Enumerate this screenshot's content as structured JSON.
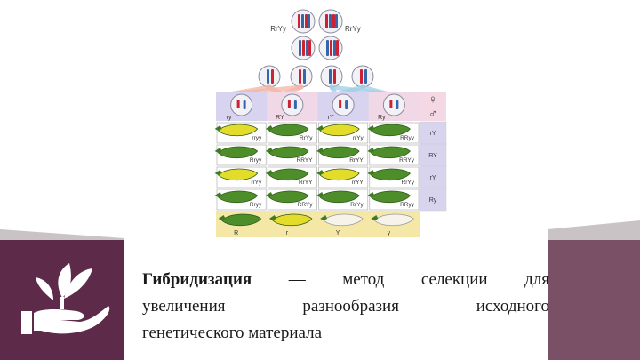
{
  "cross": {
    "parent_left_label": "RrYy",
    "parent_right_label": "RrYy"
  },
  "gametes": [
    {
      "label": "ry",
      "color": "#d1d1e6"
    },
    {
      "label": "RY",
      "color": "#d1d1e6"
    },
    {
      "label": "rY",
      "color": "#d1d1e6"
    },
    {
      "label": "Ry",
      "color": "#d1d1e6"
    }
  ],
  "sex_symbols": {
    "female": "♀",
    "male": "♂"
  },
  "row_gametes": [
    "rY",
    "RY",
    "rY",
    "Ry"
  ],
  "grid": [
    [
      {
        "g": "rryy",
        "c": "yellow"
      },
      {
        "g": "RrYy",
        "c": "green"
      },
      {
        "g": "rrYy",
        "c": "yellow"
      },
      {
        "g": "RRyy",
        "c": "green"
      }
    ],
    [
      {
        "g": "Rryy",
        "c": "green"
      },
      {
        "g": "RRYY",
        "c": "green"
      },
      {
        "g": "RrYY",
        "c": "green"
      },
      {
        "g": "RRYy",
        "c": "green"
      }
    ],
    [
      {
        "g": "rrYy",
        "c": "yellow"
      },
      {
        "g": "RrYY",
        "c": "green"
      },
      {
        "g": "rrYY",
        "c": "yellow"
      },
      {
        "g": "RrYy",
        "c": "green"
      }
    ],
    [
      {
        "g": "Rryy",
        "c": "green"
      },
      {
        "g": "RRYy",
        "c": "green"
      },
      {
        "g": "RrYy",
        "c": "green"
      },
      {
        "g": "RRyy",
        "c": "green"
      }
    ]
  ],
  "phenotype_row": [
    {
      "label": "R",
      "c": "green"
    },
    {
      "label": "r",
      "c": "yellow"
    },
    {
      "label": "Y",
      "c": "white"
    },
    {
      "label": "y",
      "c": "white"
    }
  ],
  "colors": {
    "purple_band": "#5e2a4a",
    "mauve_band": "#7a5066",
    "gray_band": "#c9c3c6",
    "pink_cell": "#f4d8e4",
    "lavender_cell": "#d8d4ee",
    "cream_row": "#f5e8a6",
    "pea_green": "#4e8e2a",
    "pea_yellow": "#e3dc2a",
    "line_pink": "#f3b5a8",
    "line_blue": "#9fcfe6"
  },
  "caption": {
    "bold": "Гибридизация",
    "rest1": " — метод селекции для",
    "line2": "увеличения разнообразия исходного",
    "line3": "генетического материала"
  }
}
